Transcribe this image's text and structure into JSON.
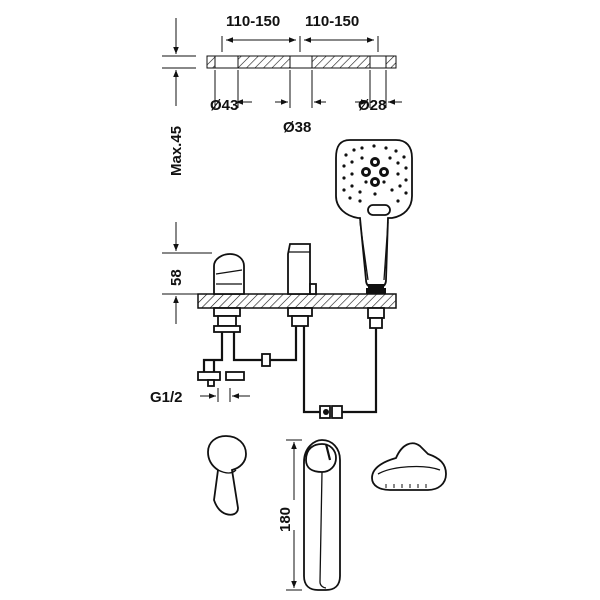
{
  "dimensions": {
    "spacing_left": "110-150",
    "spacing_right": "110-150",
    "diameter_left": "Ø43",
    "diameter_center": "Ø38",
    "diameter_right": "Ø28",
    "max_deck": "Max.45",
    "height_above_deck": "58",
    "thread": "G1/2",
    "spout_length": "180"
  },
  "colors": {
    "line": "#111111",
    "background": "#ffffff"
  },
  "icons": [
    "hand-shower-icon",
    "mixer-lever-icon",
    "spout-icon",
    "diverter-icon"
  ]
}
